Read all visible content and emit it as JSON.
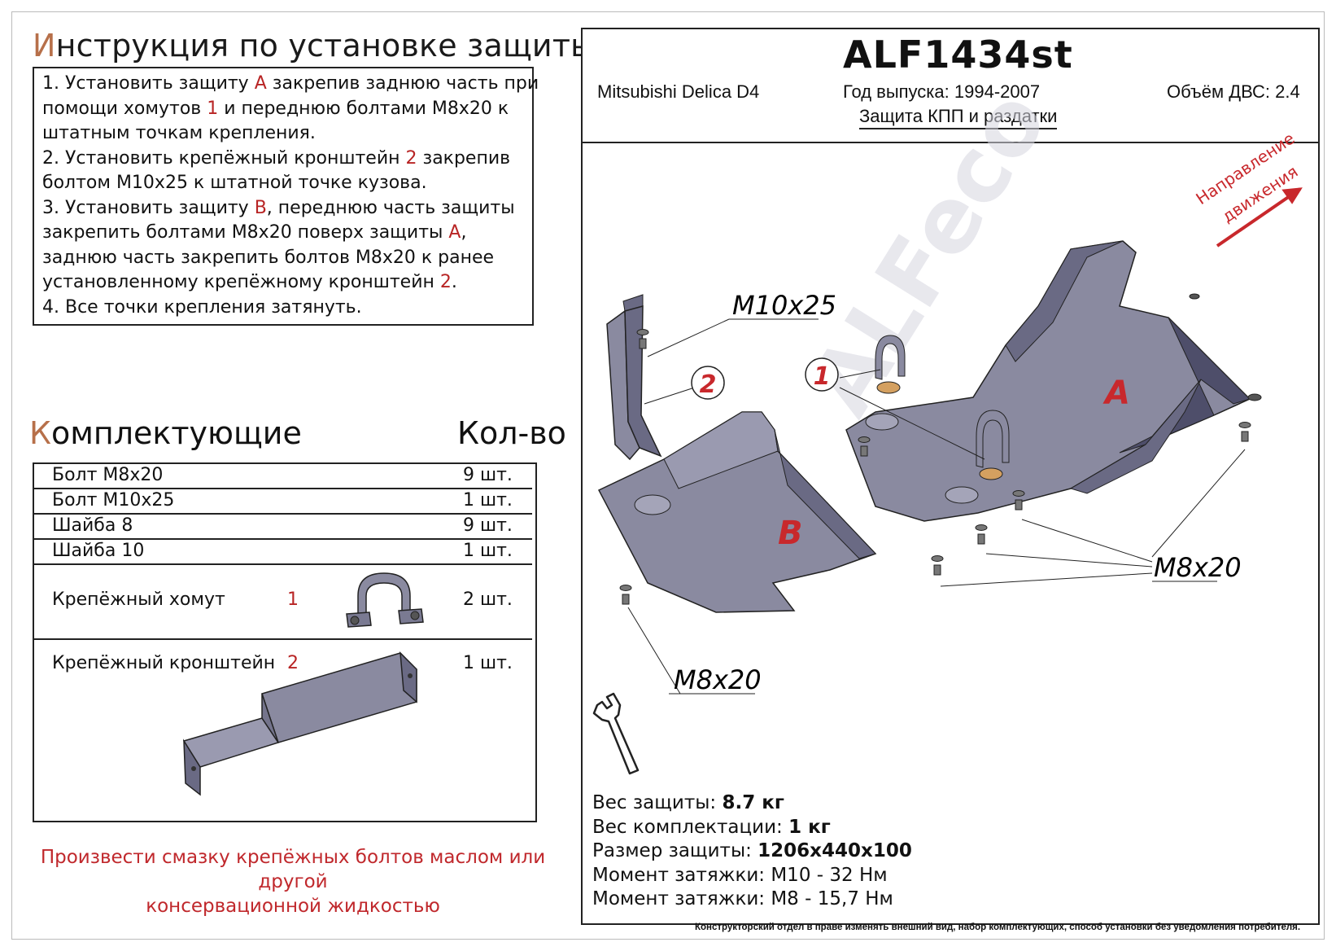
{
  "header": {
    "title_first": "И",
    "title_rest": "нструкция по установке защиты"
  },
  "instructions": [
    {
      "parts": [
        "1.  Установить защиту ",
        "A",
        " закрепив заднюю часть при"
      ]
    },
    {
      "parts": [
        "помощи хомутов ",
        "1",
        " и переднюю болтами М8х20 к"
      ]
    },
    {
      "parts": [
        "штатным точкам крепления."
      ]
    },
    {
      "parts": [
        "2.  Установить крепёжный кронштейн ",
        "2",
        " закрепив"
      ]
    },
    {
      "parts": [
        "болтом М10х25 к штатной точке кузова."
      ]
    },
    {
      "parts": [
        "3.  Установить защиту ",
        "B",
        ", переднюю часть защиты"
      ]
    },
    {
      "parts": [
        "закрепить болтами М8х20 поверх защиты ",
        "A",
        ","
      ]
    },
    {
      "parts": [
        "заднюю часть закрепить болтов М8х20 к ранее"
      ]
    },
    {
      "parts": [
        "установленному крепёжному кронштейн ",
        "2",
        "."
      ]
    },
    {
      "parts": [
        "4.  Все точки крепления затянуть."
      ]
    }
  ],
  "parts_section": {
    "title_first": "К",
    "title_rest": "омплектующие",
    "qty_header": "Кол-во",
    "items": [
      {
        "name": "Болт М8х20",
        "number": "",
        "qty": "9 шт."
      },
      {
        "name": "Болт М10х25",
        "number": "",
        "qty": "1 шт."
      },
      {
        "name": "Шайба 8",
        "number": "",
        "qty": "9 шт."
      },
      {
        "name": "Шайба 10",
        "number": "",
        "qty": "1 шт."
      },
      {
        "name": "Крепёжный хомут",
        "number": "1",
        "qty": "2 шт."
      },
      {
        "name": "Крепёжный кронштейн",
        "number": "2",
        "qty": "1 шт."
      }
    ]
  },
  "note": {
    "line1": "Произвести смазку крепёжных болтов маслом или другой",
    "line2": "консервационной жидкостью"
  },
  "product": {
    "code": "ALF1434st",
    "vehicle": "Mitsubishi Delica D4",
    "year": "Год выпуска: 1994-2007",
    "engine": "Объём ДВС: 2.4",
    "subtitle": "Защита КПП и раздатки"
  },
  "diagram": {
    "direction_line1": "Направление",
    "direction_line2": "движения",
    "label_m10": "M10x25",
    "label_m8_right": "M8x20",
    "label_m8_left": "M8x20",
    "marker_1": "1",
    "marker_2": "2",
    "letter_a": "A",
    "letter_b": "B",
    "watermark": "ALFeco"
  },
  "specs": {
    "weight_label": "Вес защиты: ",
    "weight_value": "8.7 кг",
    "kit_label": "Вес комплектации: ",
    "kit_value": "1 кг",
    "size_label": "Размер защиты: ",
    "size_value": "1206х440х100",
    "torque1": "Момент затяжки:  М10 - 32 Нм",
    "torque2": "Момент затяжки:  М8 - 15,7 Нм"
  },
  "disclaimer": "Конструкторский отдел в праве изменять внешний вид, набор комплектующих, способ установки без уведомления потребителя.",
  "colors": {
    "accent_red": "#b82424",
    "metal": "#8a8aa0",
    "metal_dark": "#5e5e78",
    "title_first_letter": "#b7704a"
  }
}
